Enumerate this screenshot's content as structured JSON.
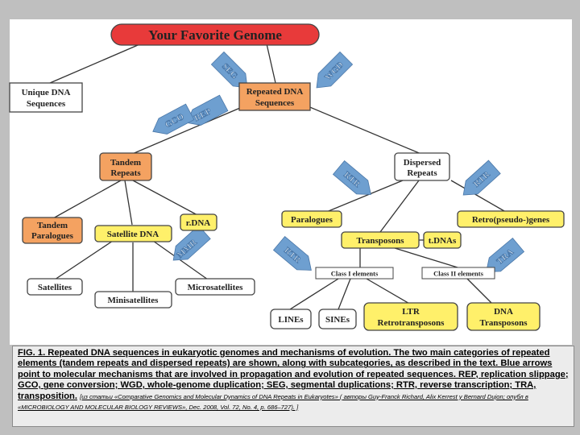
{
  "colors": {
    "background": "#bfbfbf",
    "canvas": "#ffffff",
    "title_fill": "#e83a3a",
    "tan_fill": "#f4a261",
    "yellow_fill": "#fff06a",
    "white_fill": "#ffffff",
    "arrow_fill": "#6e9fd0",
    "line": "#333333"
  },
  "diagram": {
    "title": "Your Favorite Genome",
    "nodes": {
      "unique_dna": "Unique DNA Sequences",
      "repeated_dna": "Repeated DNA Sequences",
      "tandem_repeats": "Tandem Repeats",
      "dispersed_repeats": "Dispersed Repeats",
      "tandem_paralogues": "Tandem Paralogues",
      "satellite_dna": "Satellite DNA",
      "rdna": "r.DNA",
      "paralogues": "Paralogues",
      "retro_genes": "Retro(pseudo-)genes",
      "transposons": "Transposons",
      "tdnas": "t.DNAs",
      "class1": "Class I elements",
      "class2": "Class II elements",
      "satellites": "Satellites",
      "minisatellites": "Minisatellites",
      "microsatellites": "Microsatellites",
      "lines": "LINEs",
      "sines": "SINEs",
      "ltr": "LTR Retrotransposons",
      "dna_transposons": "DNA Transposons"
    },
    "mechanisms": {
      "seg": "SEG",
      "wgd": "WGD",
      "rep": "REP",
      "gco": "GCO",
      "rtr_left": "RTR",
      "rtr_right": "RTR",
      "mmr": "MMR",
      "rtr_bottom": "RTR",
      "tra": "TRA"
    }
  },
  "caption": {
    "main": "FIG. 1. Repeated DNA sequences in eukaryotic genomes and mechanisms of evolution. The two main categories of repeated elements (tandem repeats and dispersed repeats) are shown, along with subcategories, as described in the text. Blue arrows point to molecular mechanisms that are involved in propagation and evolution of repeated sequences. REP, replication slippage; GCO, gene conversion; WGD, whole-genome duplication; SEG, segmental duplications; RTR, reverse transcription; TRA, transposition.",
    "source": "[из статьи «Comparative Genomics and Molecular Dynamics of DNA Repeats in Eukaryotes» ( авторы Guy-Franck Richard, Alix Kerrest y Bernard Dujon; опубл в «MICROBIOLOGY AND MOLECULAR BIOLOGY REVIEWS», Dec. 2008, Vol. 72, No. 4, p. 686–727). ]"
  }
}
